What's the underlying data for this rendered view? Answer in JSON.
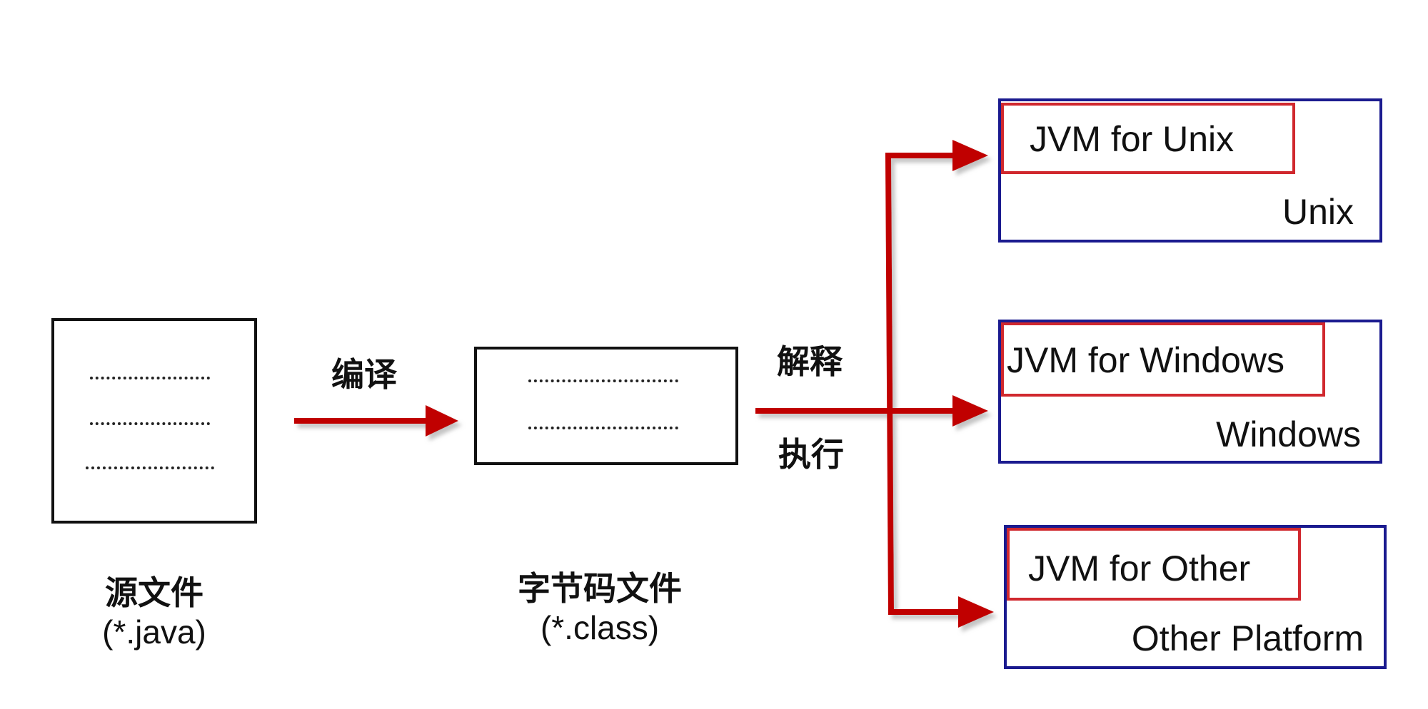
{
  "source": {
    "caption": "源文件",
    "ext": "(*.java)"
  },
  "compile_label": "编译",
  "bytecode": {
    "caption": "字节码文件",
    "ext": "(*.class)"
  },
  "interpret_label": "解释",
  "execute_label": "执行",
  "platforms": [
    {
      "jvm": "JVM for Unix",
      "platform": "Unix"
    },
    {
      "jvm": "JVM for Windows",
      "platform": "Windows"
    },
    {
      "jvm": "JVM for Other",
      "platform": "Other Platform"
    }
  ],
  "colors": {
    "arrow": "#c00000",
    "jvm_border": "#d0282e",
    "platform_border": "#1b1b8f",
    "box_border": "#111111"
  }
}
